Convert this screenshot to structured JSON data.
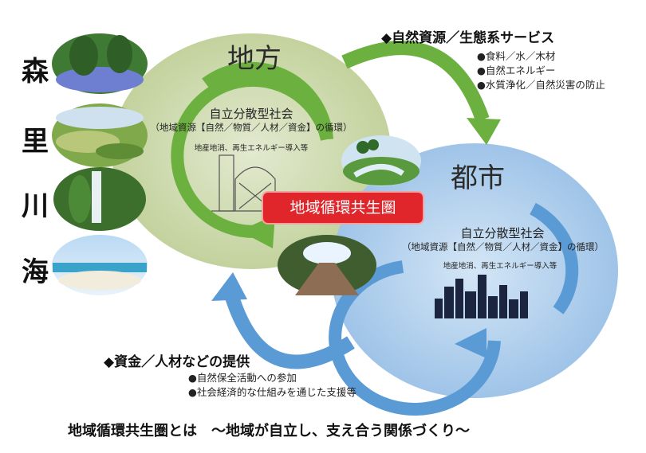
{
  "side_labels": [
    "森",
    "里",
    "川",
    "海"
  ],
  "rural": {
    "title": "地方",
    "system_title": "自立分散型社会",
    "system_sub": "（地域資源【自然／物質／人材／資金】の循環）",
    "system_note": "地産地消、再生エネルギー導入等"
  },
  "urban": {
    "title": "都市",
    "system_title": "自立分散型社会",
    "system_sub": "（地域資源【自然／物質／人材／資金】の循環）",
    "system_note": "地産地消、再生エネルギー導入等"
  },
  "center_badge": "地域循環共生圏",
  "top_flow": {
    "heading": "◆自然資源／生態系サービス",
    "items": [
      "●食料／水／木材",
      "●自然エネルギー",
      "●水質浄化／自然災害の防止"
    ]
  },
  "bottom_flow": {
    "heading": "◆資金／人材などの提供",
    "items": [
      "●自然保全活動への参加",
      "●社会経済的な仕組みを通じた支援等"
    ]
  },
  "footer": "地域循環共生圏とは　～地域が自立し、支え合う関係づくり～",
  "colors": {
    "rural_circle": "#c9d6a8",
    "urban_circle": "#a9cbe9",
    "green_arrow": "#6cb13f",
    "blue_arrow": "#5b9bd5",
    "badge": "#e0262b"
  }
}
